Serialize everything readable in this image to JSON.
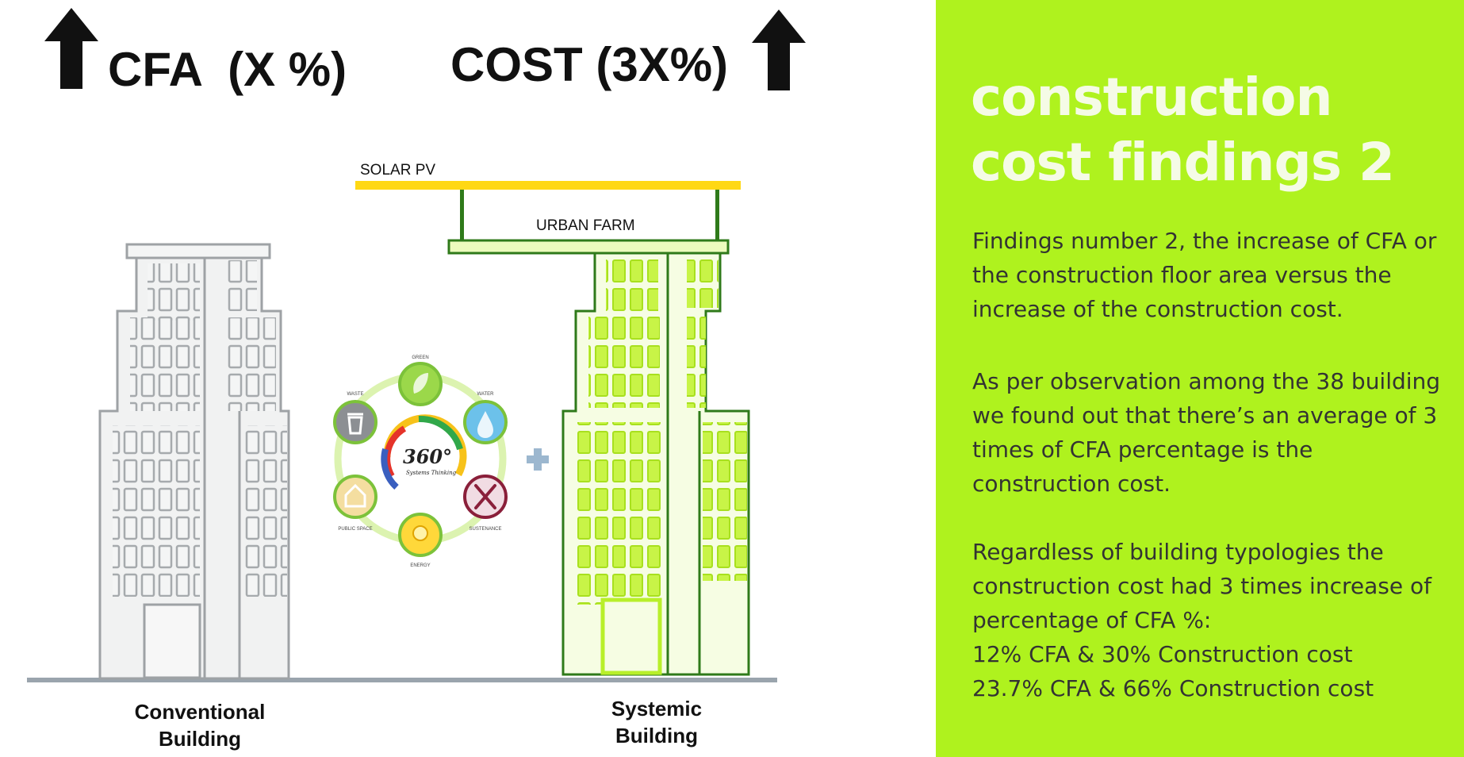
{
  "header": {
    "cfa_label": "CFA  (X %)",
    "cost_label": "COST (3X%)"
  },
  "diagram": {
    "solar_label": "SOLAR PV",
    "farm_label": "URBAN FARM",
    "conventional_line1": "Conventional",
    "conventional_line2": "Building",
    "systemic_line1": "Systemic",
    "systemic_line2": "Building",
    "plus_icon": "plus-icon",
    "wheel": {
      "center_line1": "360°",
      "center_line2": "Systems Thinking",
      "nodes": [
        "GREEN",
        "WATER",
        "SUSTENANCE",
        "ENERGY",
        "PUBLIC SPACE",
        "WASTE"
      ]
    }
  },
  "panel": {
    "title": "construction cost findings 2",
    "para1": "Findings number 2, the increase of CFA or the construction floor area versus the increase of the construction cost.",
    "para2": "As per observation among the 38 building we found out that there’s an average of 3 times of CFA percentage is the construction cost.",
    "para3_line1": "Regardless of building typologies the construction cost had 3 times increase of percentage of CFA %:",
    "para3_line2": "12% CFA & 30% Construction cost",
    "para3_line3": "23.7% CFA & 66% Construction cost"
  },
  "colors": {
    "accent_green": "#aff21e",
    "building_green": "#b8ef2a",
    "building_outline_dark": "#2f7a1a",
    "solar_yellow": "#ffd814",
    "conventional_gray": "#9ea2a5"
  }
}
